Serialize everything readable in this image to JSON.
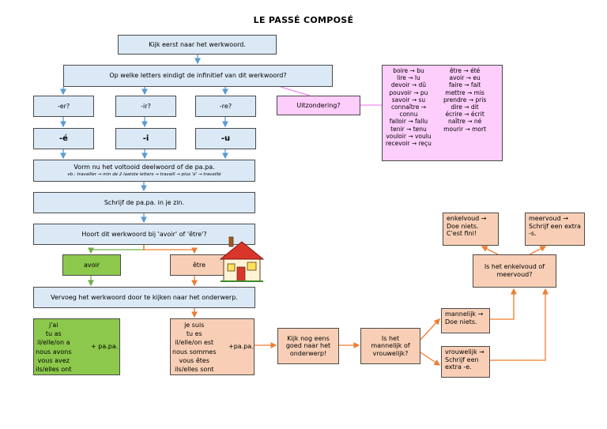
{
  "title": "LE PASSÉ COMPOSÉ",
  "step1": "Kijk eerst naar het werkwoord.",
  "step2": "Op welke letters eindigt de infinitief van dit werkwoord?",
  "endings": [
    {
      "q": "-er?",
      "a": "-é"
    },
    {
      "q": "-ir?",
      "a": "-i"
    },
    {
      "q": "-re?",
      "a": "-u"
    }
  ],
  "exception": {
    "label": "Uitzondering?",
    "col1": [
      "boire → bu",
      "lire → lu",
      "devoir → dû",
      "pouvoir → pu",
      "savoir → su",
      "connaître →",
      "connu",
      "falloir → fallu",
      "tenir → tenu",
      "vouloir → voulu",
      "recevoir → reçu"
    ],
    "col2": [
      "être → été",
      "avoir → eu",
      "faire → fait",
      "mettre → mis",
      "prendre → pris",
      "dire → dit",
      "écrire → écrit",
      "naître → né",
      "mourir → mort"
    ]
  },
  "step3": {
    "main": "Vorm nu het voltooid deelwoord of de pa.pa.",
    "example": "vb.: travailler → min de 2 laatste letters → travaill → plus 'é' → travaillé"
  },
  "step4": "Schrijf de pa.pa. in je zin.",
  "step5": "Hoort dit werkwoord bij 'avoir' of 'être'?",
  "avoir": {
    "label": "avoir",
    "forms": [
      "j'ai",
      "tu as",
      "il/elle/on a",
      "nous avons",
      "vous avez",
      "ils/elles ont"
    ],
    "suffix": "+ pa.pa."
  },
  "etre": {
    "label": "être",
    "forms": [
      "je suis",
      "tu es",
      "il/elle/on est",
      "nous sommes",
      "vous êtes",
      "ils/elles sont"
    ],
    "suffix": "+pa.pa."
  },
  "step6": "Vervoeg het werkwoord door te kijken naar het onderwerp.",
  "check": "Kijk nog eens goed naar het onderwerp!",
  "masc_q": "Is het mannelijk of vrouwelijk?",
  "masc": "mannelijk → Doe niets.",
  "fem": "vrouwelijk → Schrijf een extra -e.",
  "num_q": "Is het enkelvoud of meervoud?",
  "sing": "enkelvoud → Doe niets. C'est fini!",
  "plur": "meervoud → Schrijf een extra -s.",
  "colors": {
    "blue_arrow": "#5b9bd5",
    "green_arrow": "#70ad47",
    "orange_arrow": "#ed7d31",
    "pink_line": "#f48bf0"
  }
}
